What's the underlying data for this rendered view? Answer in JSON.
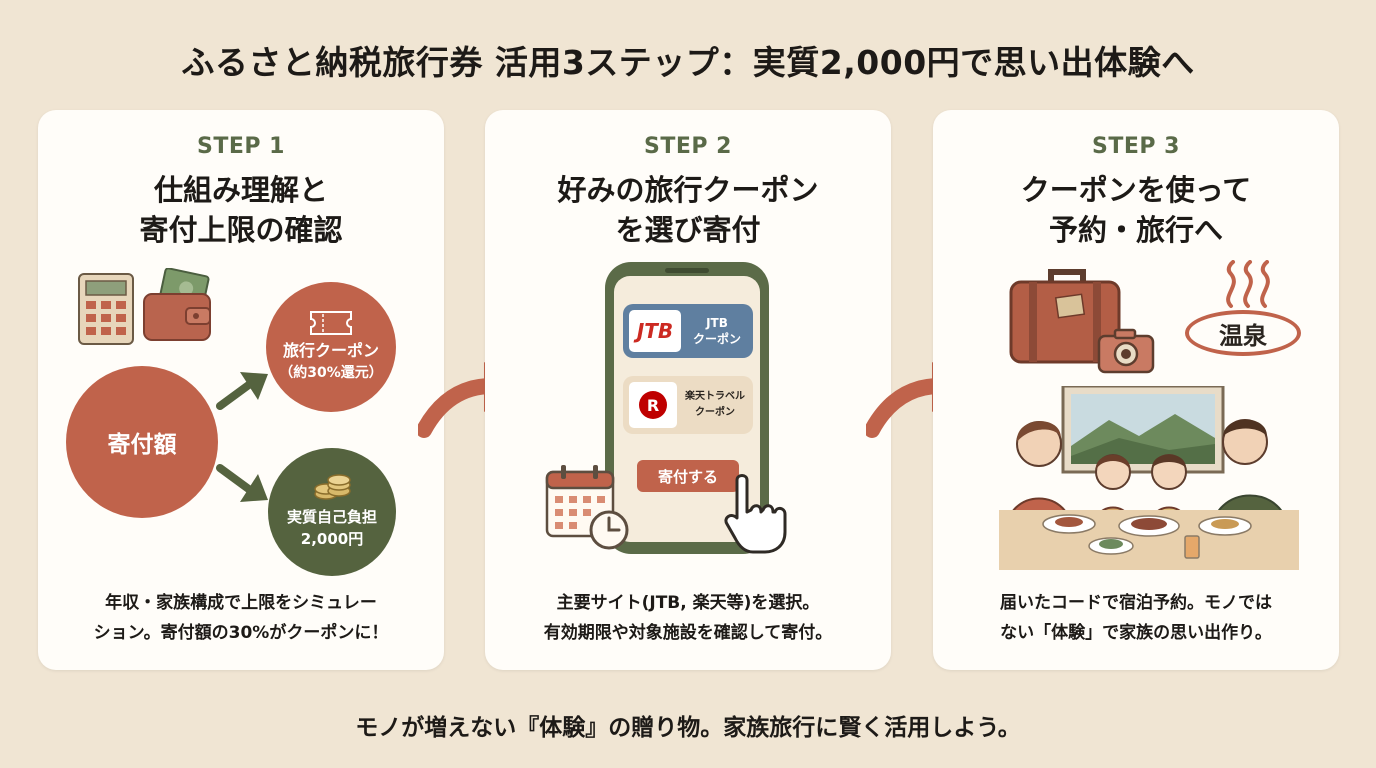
{
  "title": "ふるさと納税旅行券 活用3ステップ：実質2,000円で思い出体験へ",
  "steps": [
    {
      "label": "STEP 1",
      "heading_line1": "仕組み理解と",
      "heading_line2": "寄付上限の確認",
      "donation_label": "寄付額",
      "coupon_line1": "旅行クーポン",
      "coupon_line2": "（約30%還元）",
      "burden_line1": "実質自己負担",
      "burden_line2": "2,000円",
      "desc_line1": "年収・家族構成で上限をシミュレー",
      "desc_line2": "ション。寄付額の30%がクーポンに！"
    },
    {
      "label": "STEP 2",
      "heading_line1": "好みの旅行クーポン",
      "heading_line2": "を選び寄付",
      "jtb_logo": "JTB",
      "jtb_line1": "JTB",
      "jtb_line2": "クーポン",
      "rakuten_logo": "R",
      "rakuten_line1": "楽天トラベル",
      "rakuten_line2": "クーポン",
      "donate_button": "寄付する",
      "desc_line1": "主要サイト(JTB, 楽天等)を選択。",
      "desc_line2": "有効期限や対象施設を確認して寄付。"
    },
    {
      "label": "STEP 3",
      "heading_line1": "クーポンを使って",
      "heading_line2": "予約・旅行へ",
      "onsen_label": "温泉",
      "desc_line1": "届いたコードで宿泊予約。モノでは",
      "desc_line2": "ない「体験」で家族の思い出作り。"
    }
  ],
  "footer": "モノが増えない『体験』の贈り物。家族旅行に賢く活用しよう。",
  "colors": {
    "background": "#f0e5d3",
    "terracotta": "#c0634b",
    "olive": "#55633f",
    "card": "#fffdf9"
  }
}
